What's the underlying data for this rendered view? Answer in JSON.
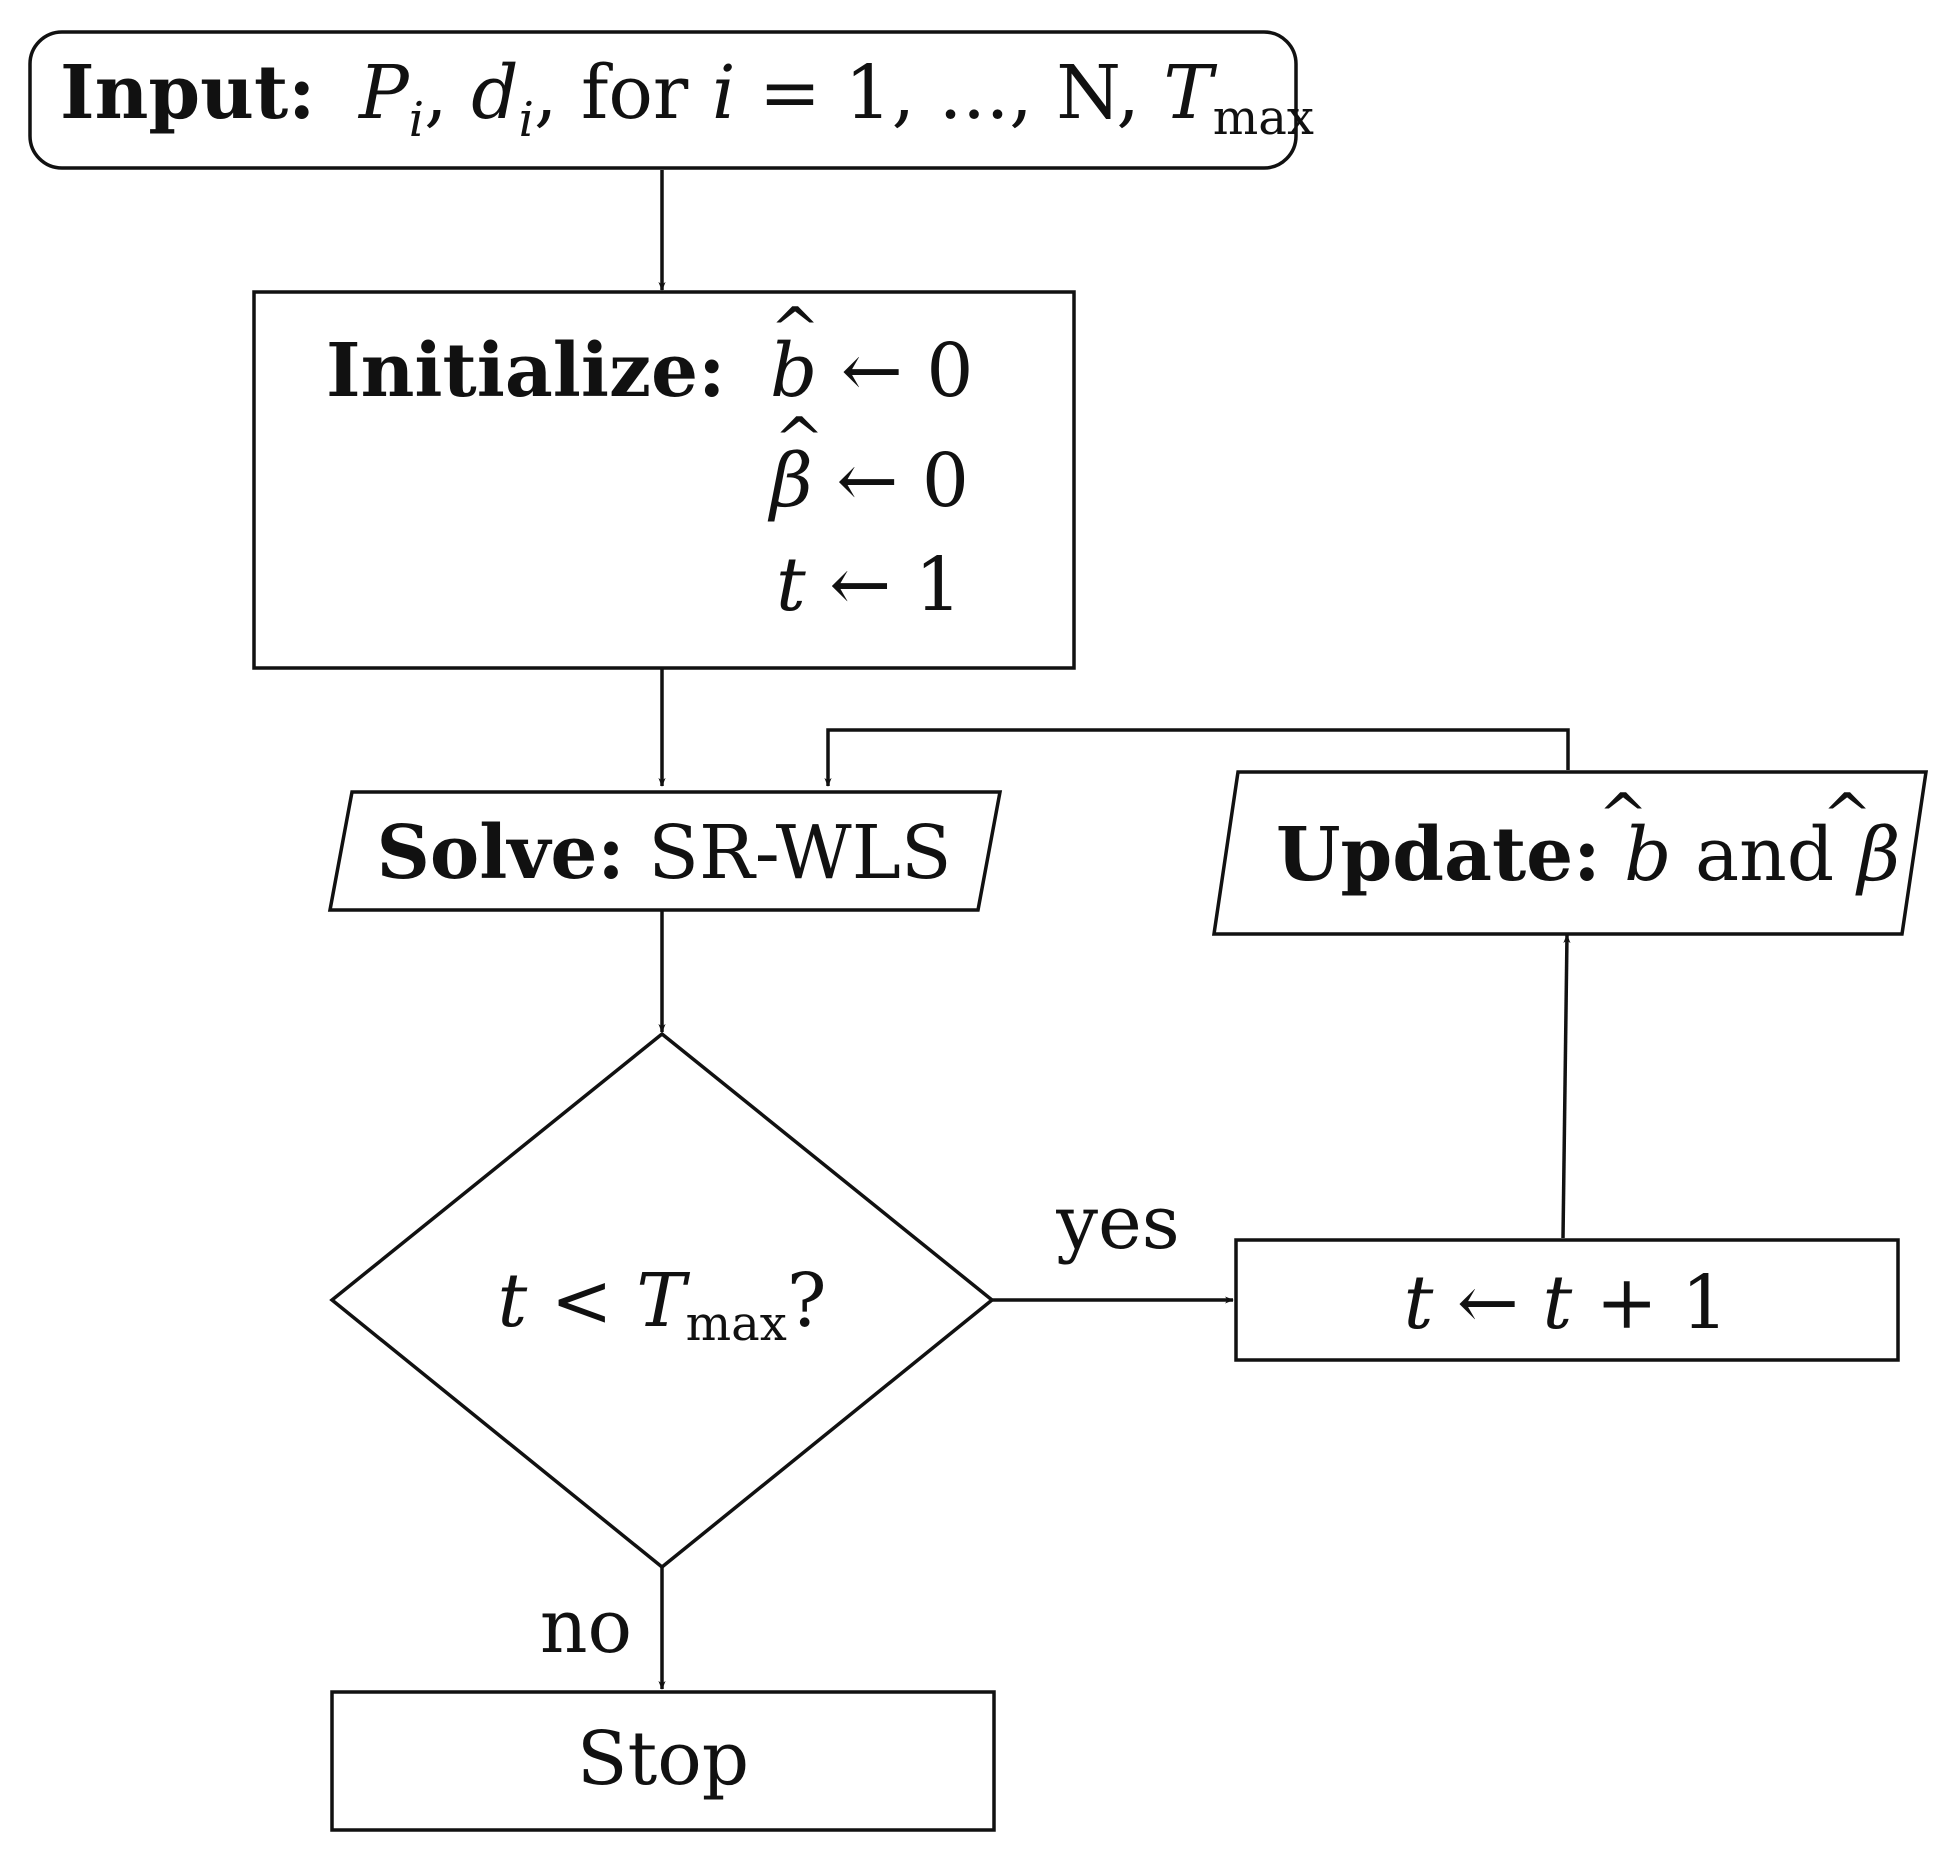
{
  "input": {
    "label": "Input:",
    "p": "P",
    "p_sub": "i",
    "d": "d",
    "d_sub": "i",
    "for_word": "for",
    "i_var": "i",
    "range": "= 1, ..., N,",
    "t": "T",
    "t_sub": "max"
  },
  "initialize": {
    "label": "Initialize:",
    "line1_var": "b",
    "line1_rest": "← 0",
    "line2_var": "β",
    "line2_rest": "← 0",
    "line3_var": "t",
    "line3_rest": "← 1",
    "hat": "^"
  },
  "solve": {
    "label": "Solve:",
    "method": "SR-WLS"
  },
  "update": {
    "label": "Update:",
    "var1": "b",
    "conj": "and",
    "var2": "β"
  },
  "decision": {
    "var": "t",
    "op": "<",
    "t": "T",
    "t_sub": "max",
    "q": "?"
  },
  "increment": {
    "var": "t",
    "op": "←",
    "var2": "t",
    "rest": "+ 1"
  },
  "stop": {
    "label": "Stop"
  },
  "edges": {
    "yes": "yes",
    "no": "no"
  }
}
